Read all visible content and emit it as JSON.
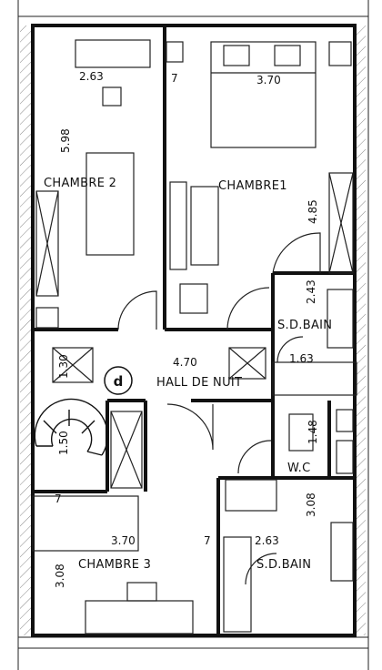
{
  "plan": {
    "rooms": {
      "chambre2": "CHAMBRE 2",
      "chambre1": "CHAMBRE1",
      "chambre3": "CHAMBRE 3",
      "sdbain_top": "S.D.BAIN",
      "sdbain_bottom": "S.D.BAIN",
      "hall": "HALL DE NUIT",
      "wc": "W.C"
    },
    "dimensions": {
      "d_263_top": "2.63",
      "d_370_top": "3.70",
      "d_598": "5.98",
      "d_485": "4.85",
      "d_243": "2.43",
      "d_470": "4.70",
      "d_163": "1.63",
      "d_130": "1.30",
      "d_148": "1.48",
      "d_150": "1.50",
      "d_308_right": "3.08",
      "d_370_bottom": "3.70",
      "d_263_bottom": "2.63",
      "d_308_left": "3.08",
      "d_7_a": "7",
      "d_7_b": "7",
      "d_7_c": "7"
    },
    "marker": "d"
  }
}
